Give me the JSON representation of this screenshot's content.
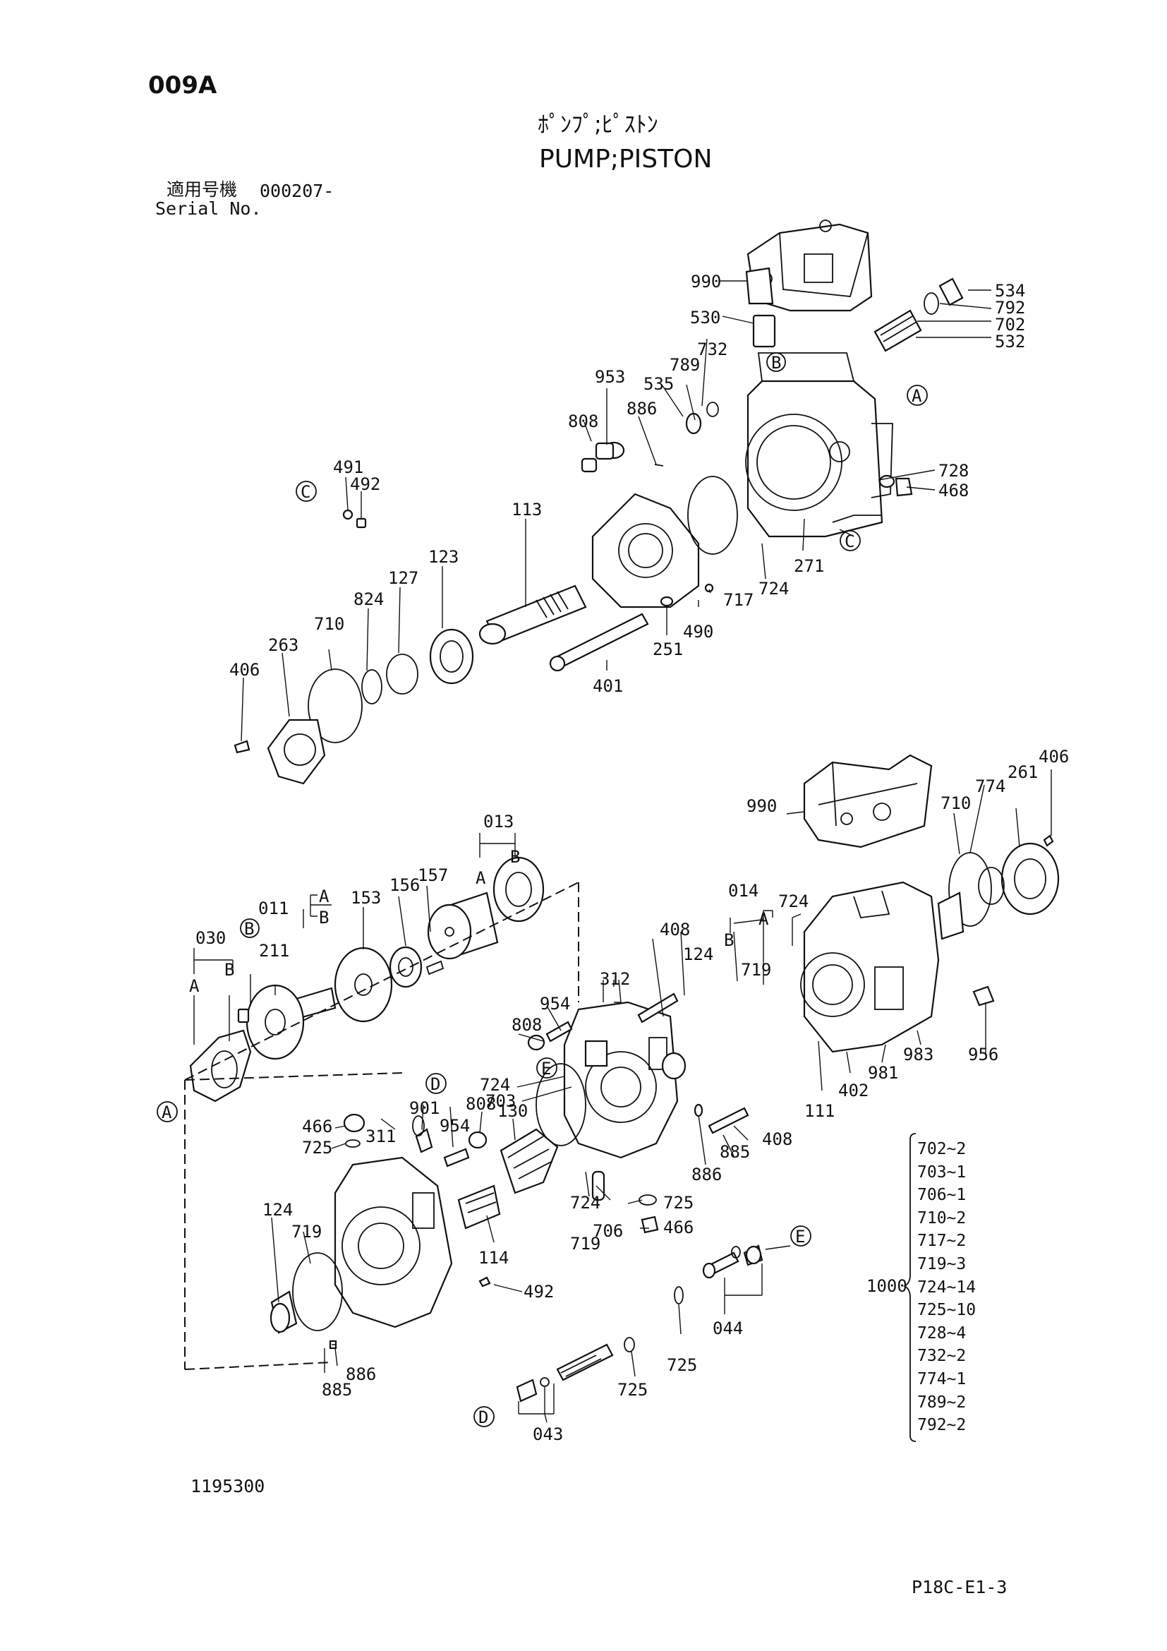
{
  "page": {
    "code": "009A",
    "title_jp": "ﾎﾟﾝﾌﾟ;ﾋﾟｽﾄﾝ",
    "title_en": "PUMP;PISTON",
    "serial_label_jp": "適用号機",
    "serial_value": "000207-",
    "serial_label_en": "Serial No.",
    "drawing_no": "1195300",
    "page_ref": "P18C-E1-3"
  },
  "parts": {
    "p990a": "990",
    "p534": "534",
    "p792": "792",
    "p702": "702",
    "p532": "532",
    "p530": "530",
    "p732": "732",
    "p789": "789",
    "p535": "535",
    "p953": "953",
    "p886a": "886",
    "p808a": "808",
    "pA1": "A",
    "pB1": "B",
    "p728": "728",
    "p468": "468",
    "p491": "491",
    "p492a": "492",
    "pC1": "C",
    "pC2": "C",
    "p113": "113",
    "p123": "123",
    "p127": "127",
    "p824": "824",
    "p710a": "710",
    "p263": "263",
    "p406a": "406",
    "p724a": "724",
    "p271": "271",
    "p717": "717",
    "p490": "490",
    "p251": "251",
    "p401": "401",
    "p990b": "990",
    "p406b": "406",
    "p261": "261",
    "p774": "774",
    "p710b": "710",
    "p013": "013",
    "pA013": "A",
    "pB013": "B",
    "p157": "157",
    "p156": "156",
    "p153": "153",
    "p011": "011",
    "pA011": "A",
    "pB011": "B",
    "p030": "030",
    "pA030": "A",
    "pB030": "B",
    "pBc": "B",
    "p211": "211",
    "pAc": "A",
    "p014": "014",
    "pA014": "A",
    "pB014": "B",
    "p724b": "724",
    "p408a": "408",
    "p124a": "124",
    "p719a": "719",
    "p312": "312",
    "p954a": "954",
    "p808b": "808",
    "pEc1": "E",
    "p724c": "724",
    "p703": "703",
    "p130": "130",
    "p808c": "808",
    "p954b": "954",
    "p901": "901",
    "pDc1": "D",
    "p311": "311",
    "p466a": "466",
    "p725a": "725",
    "p956": "956",
    "p983": "983",
    "p981": "981",
    "p402": "402",
    "p111": "111",
    "p885a": "885",
    "p408b": "408",
    "p886b": "886",
    "p724d": "724",
    "p719b": "719",
    "p706": "706",
    "p725b": "725",
    "p466b": "466",
    "p114": "114",
    "p492b": "492",
    "p124b": "124",
    "p719c": "719",
    "p886c": "886",
    "p885b": "885",
    "pEc2": "E",
    "p044": "044",
    "p725c": "725",
    "p725d": "725",
    "pDc2": "D",
    "p043": "043"
  },
  "service_kit": {
    "label": "1000",
    "items": [
      "702∼2",
      "703∼1",
      "706∼1",
      "710∼2",
      "717∼2",
      "719∼3",
      "724∼14",
      "725∼10",
      "728∼4",
      "732∼2",
      "774∼1",
      "789∼2",
      "792∼2"
    ]
  }
}
